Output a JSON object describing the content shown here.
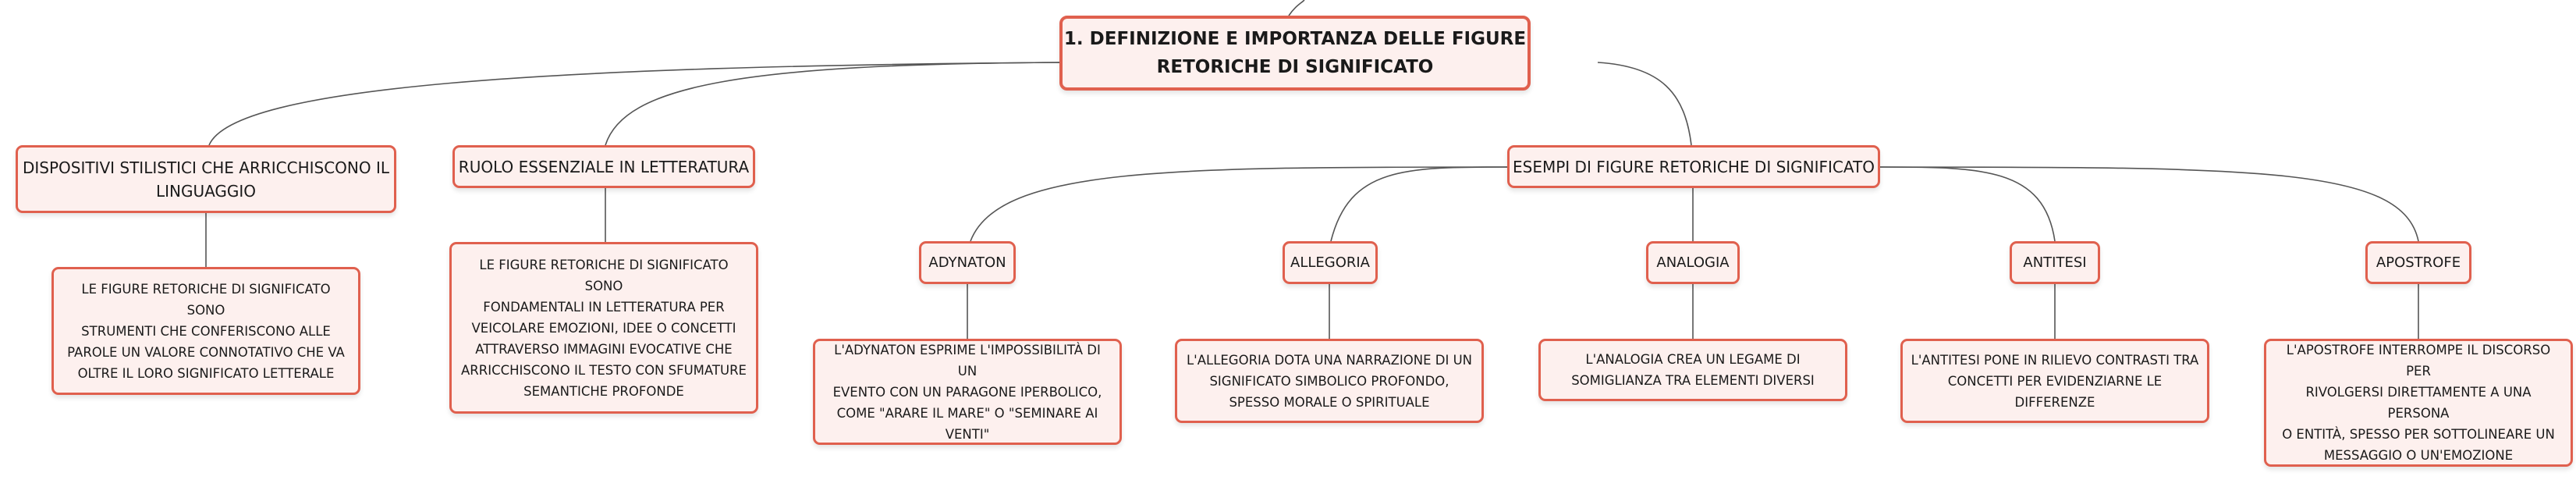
{
  "colors": {
    "node_fill": "#fdf0ee",
    "node_border": "#e0604e",
    "connector": "#555555",
    "text": "#1a1a1a"
  },
  "root": {
    "title_line1": "1. DEFINIZIONE E IMPORTANZA DELLE FIGURE",
    "title_line2": "RETORICHE DI SIGNIFICATO"
  },
  "branches": {
    "dispositivi": {
      "label_line1": "DISPOSITIVI STILISTICI CHE ARRICCHISCONO IL",
      "label_line2": "LINGUAGGIO",
      "detail": [
        "LE FIGURE RETORICHE DI SIGNIFICATO SONO",
        "STRUMENTI CHE CONFERISCONO ALLE",
        "PAROLE UN VALORE CONNOTATIVO CHE VA",
        "OLTRE IL LORO SIGNIFICATO LETTERALE"
      ]
    },
    "ruolo": {
      "label": "RUOLO ESSENZIALE IN LETTERATURA",
      "detail": [
        "LE FIGURE RETORICHE DI SIGNIFICATO SONO",
        "FONDAMENTALI IN LETTERATURA PER",
        "VEICOLARE EMOZIONI, IDEE O CONCETTI",
        "ATTRAVERSO IMMAGINI EVOCATIVE CHE",
        "ARRICCHISCONO IL TESTO CON SFUMATURE",
        "SEMANTICHE PROFONDE"
      ]
    },
    "esempi": {
      "label": "ESEMPI DI FIGURE RETORICHE DI SIGNIFICATO",
      "children": {
        "adynaton": {
          "label": "ADYNATON",
          "detail": [
            "L'ADYNATON ESPRIME L'IMPOSSIBILITÀ DI UN",
            "EVENTO CON UN PARAGONE IPERBOLICO,",
            "COME \"ARARE IL MARE\" O \"SEMINARE AI",
            "VENTI\""
          ]
        },
        "allegoria": {
          "label": "ALLEGORIA",
          "detail": [
            "L'ALLEGORIA DOTA UNA NARRAZIONE DI UN",
            "SIGNIFICATO SIMBOLICO PROFONDO,",
            "SPESSO MORALE O SPIRITUALE"
          ]
        },
        "analogia": {
          "label": "ANALOGIA",
          "detail": [
            "L'ANALOGIA CREA UN LEGAME DI",
            "SOMIGLIANZA TRA ELEMENTI DIVERSI"
          ]
        },
        "antitesi": {
          "label": "ANTITESI",
          "detail": [
            "L'ANTITESI PONE IN RILIEVO CONTRASTI TRA",
            "CONCETTI PER EVIDENZIARNE LE DIFFERENZE"
          ]
        },
        "apostrofe": {
          "label": "APOSTROFE",
          "detail": [
            "L'APOSTROFE INTERROMPE IL DISCORSO PER",
            "RIVOLGERSI DIRETTAMENTE A UNA PERSONA",
            "O ENTITÀ, SPESSO PER SOTTOLINEARE UN",
            "MESSAGGIO O UN'EMOZIONE"
          ]
        }
      }
    }
  }
}
